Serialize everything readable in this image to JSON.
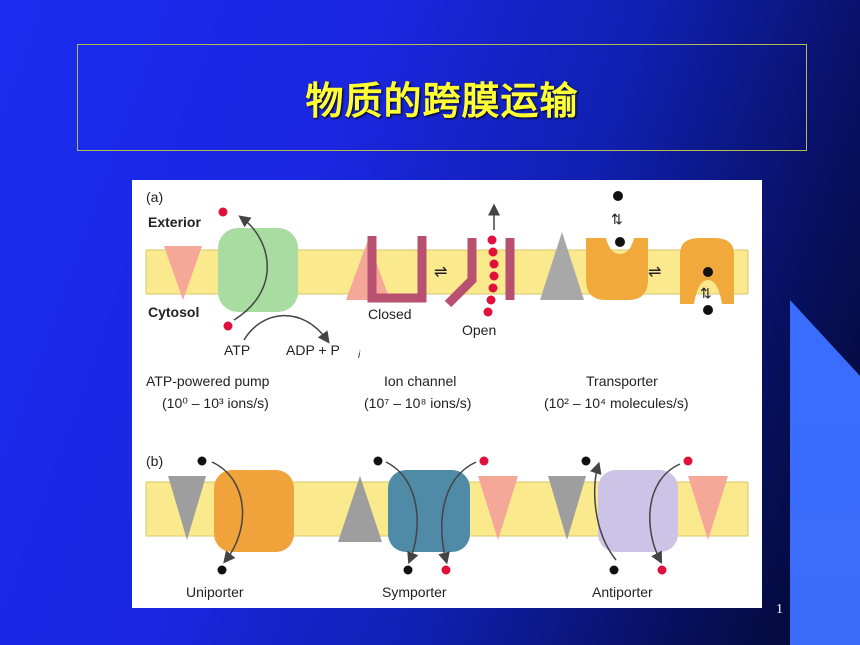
{
  "slide": {
    "title": "物质的跨膜运输",
    "page_number": "1"
  },
  "figure": {
    "panel_a": {
      "label": "(a)",
      "exterior": "Exterior",
      "cytosol": "Cytosol",
      "atp": "ATP",
      "adp_pi": "ADP + P",
      "pi_sub": "i",
      "closed": "Closed",
      "open": "Open",
      "pump": {
        "name": "ATP-powered pump",
        "rate": "(10⁰ – 10³ ions/s)"
      },
      "channel": {
        "name": "Ion channel",
        "rate": "(10⁷ – 10⁸ ions/s)"
      },
      "transporter": {
        "name": "Transporter",
        "rate": "(10² – 10⁴ molecules/s)"
      }
    },
    "panel_b": {
      "label": "(b)",
      "uniporter": "Uniporter",
      "symporter": "Symporter",
      "antiporter": "Antiporter"
    },
    "colors": {
      "membrane": "#fbe98e",
      "pump": "#a9dca0",
      "channel": "#b8506f",
      "transporter": "#f0a93a",
      "uniporter": "#f0a33a",
      "symporter": "#4f8aa6",
      "antiporter": "#cdc3e6",
      "gradient_pink": "#f5a898",
      "gradient_gray": "#9e9e9e",
      "ion_red": "#e0103a",
      "ion_black": "#111111"
    }
  }
}
